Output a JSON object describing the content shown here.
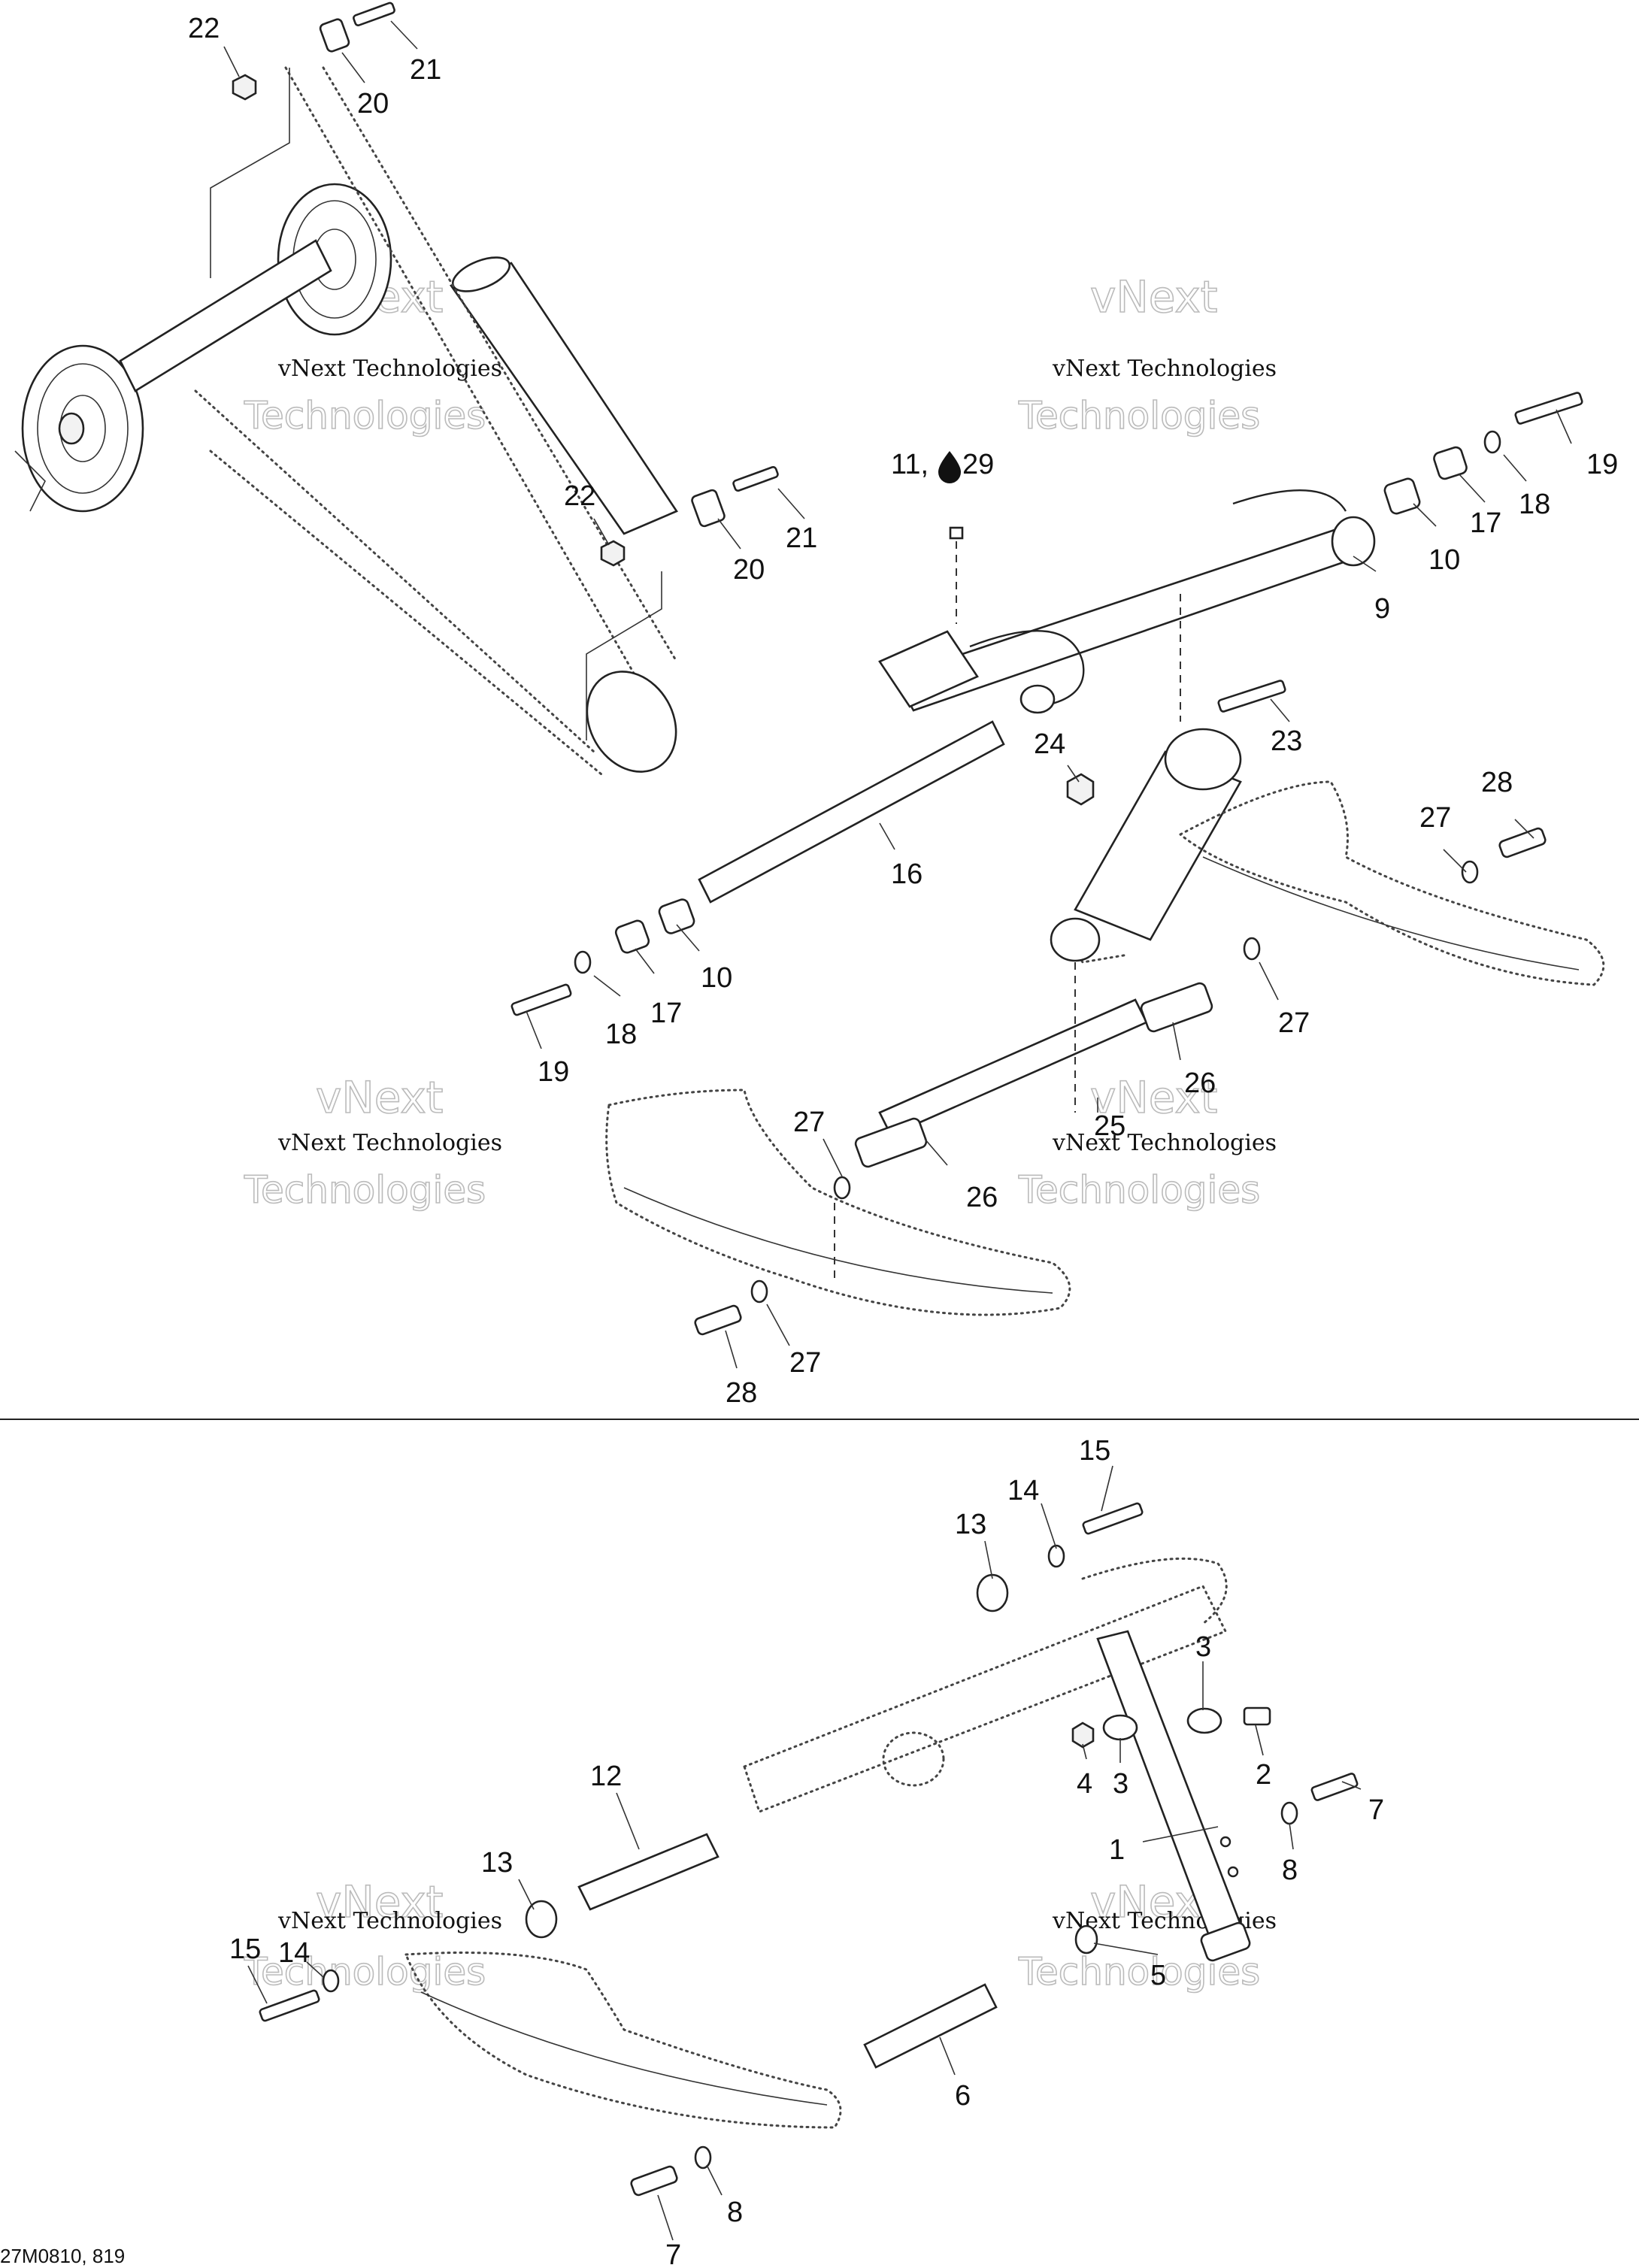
{
  "callouts": {
    "c22a": "22",
    "c20a": "20",
    "c21a": "21",
    "c22b": "22",
    "c20b": "20",
    "c21b": "21",
    "c11": "11,",
    "c29": "29",
    "c19a": "19",
    "c18a": "18",
    "c17a": "17",
    "c10a": "10",
    "c9": "9",
    "c23": "23",
    "c24": "24",
    "c16": "16",
    "c10b": "10",
    "c17b": "17",
    "c18b": "18",
    "c19b": "19",
    "c28a": "28",
    "c27a": "27",
    "c27b": "27",
    "c26a": "26",
    "c25": "25",
    "c27c": "27",
    "c26b": "26",
    "c27d": "27",
    "c28b": "28",
    "c15a": "15",
    "c14a": "14",
    "c13a": "13",
    "c3a": "3",
    "c2": "2",
    "c4": "4",
    "c3b": "3",
    "c1": "1",
    "c7a": "7",
    "c8a": "8",
    "c5": "5",
    "c12": "12",
    "c13b": "13",
    "c14b": "14",
    "c15b": "15",
    "c6": "6",
    "c8b": "8",
    "c7b": "7"
  },
  "watermark": {
    "line1": "vNext",
    "line2": "vNext Technologies",
    "line3": "Technologies"
  },
  "drawing_code": "27M0810, 819",
  "icons": {
    "lubricant": "oil-drop-icon"
  }
}
